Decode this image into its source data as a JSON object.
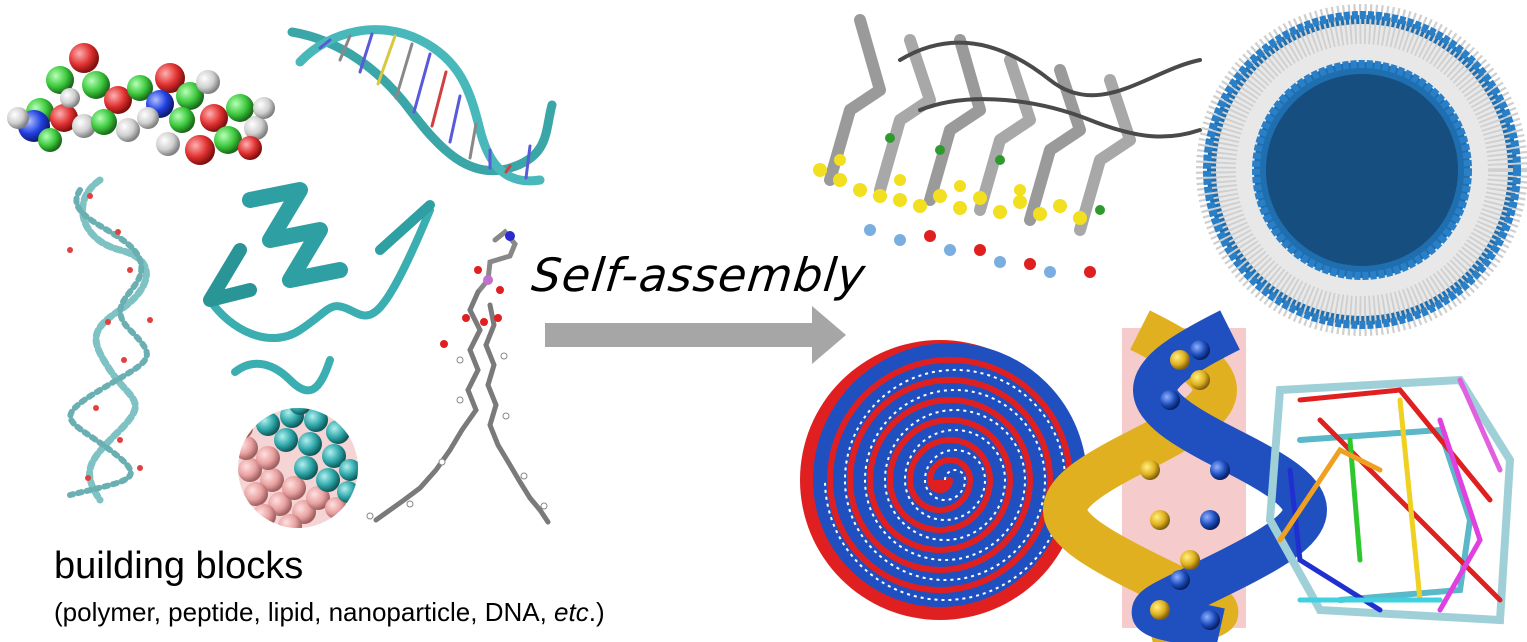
{
  "left_panel": {
    "caption_title": "building blocks",
    "caption_sub_prefix": "(polymer, peptide, lipid, nanoparticle, DNA, ",
    "caption_sub_italic": "etc",
    "caption_sub_suffix": ".)",
    "items": [
      {
        "kind": "peptide-spacefill-model"
      },
      {
        "kind": "dna-double-helix"
      },
      {
        "kind": "polymer-chain"
      },
      {
        "kind": "protein-ribbon"
      },
      {
        "kind": "janus-nanoparticle"
      },
      {
        "kind": "lipid-molecule"
      }
    ]
  },
  "arrow": {
    "label": "Self-assembly",
    "color": "#a6a6a6"
  },
  "right_panel": {
    "items": [
      {
        "kind": "amyloid-fibril-ribbon"
      },
      {
        "kind": "vesicle-cross-section"
      },
      {
        "kind": "spiral-scroll-assembly"
      },
      {
        "kind": "helical-fiber-assembly"
      },
      {
        "kind": "dna-origami-cage"
      }
    ]
  },
  "colors": {
    "carbon_green": "#3cc83c",
    "oxygen_red": "#e03030",
    "nitrogen_blue": "#2040e0",
    "hydrogen_white": "#dcdcdc",
    "teal": "#3aa6a8",
    "salmon": "#e8a0a0",
    "gray_ribbon": "#9a9a9a",
    "yellow": "#f2e020",
    "light_blue": "#7aaee0",
    "vesicle_blue": "#1f6fb0",
    "spiral_red": "#e02020",
    "spiral_blue": "#2050c0",
    "gold": "#e0b020"
  }
}
